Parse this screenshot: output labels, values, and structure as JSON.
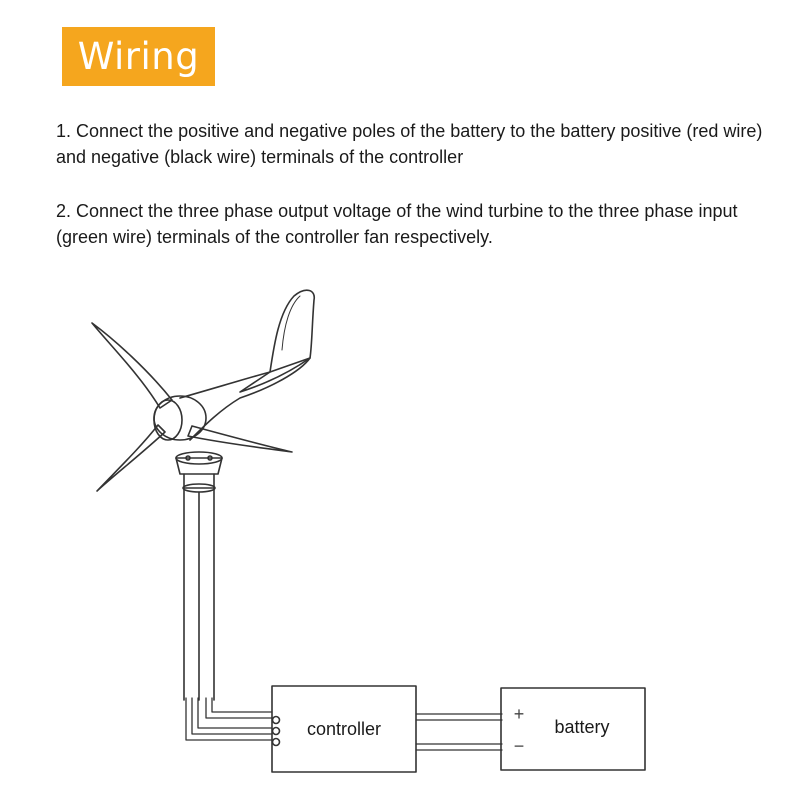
{
  "title": "Wiring",
  "colors": {
    "badge": "#f5a61e",
    "badge_text": "#ffffff",
    "line": "#333333"
  },
  "instructions": [
    "1. Connect the positive and negative poles of the battery to the battery positive (red wire) and negative (black wire) terminals of the controller",
    "2. Connect the three phase output voltage of the wind turbine to the three phase input (green wire) terminals of the controller fan respectively."
  ],
  "diagram": {
    "turbine_icon": "wind-turbine-icon",
    "controller_label": "controller",
    "battery_label": "battery",
    "plus_sign": "+",
    "minus_sign": "−"
  }
}
